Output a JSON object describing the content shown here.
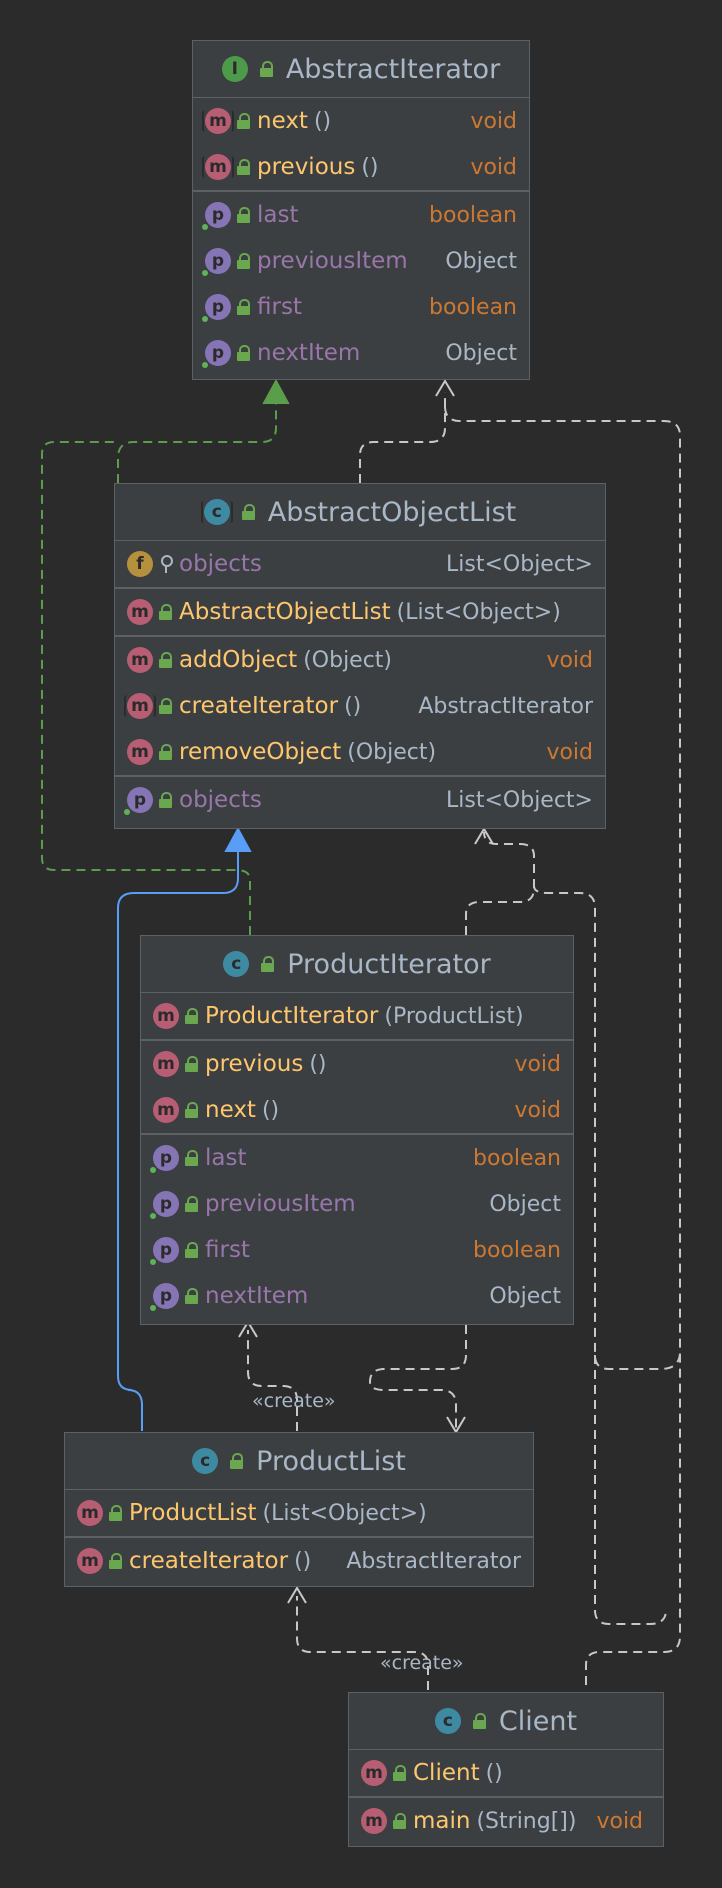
{
  "stereotypes": {
    "create": "«create»"
  },
  "classes": {
    "abstract_iterator": {
      "name": "AbstractIterator",
      "kind_badge": "I",
      "methods": [
        {
          "name": "next",
          "args": "()",
          "type": "void"
        },
        {
          "name": "previous",
          "args": "()",
          "type": "void"
        }
      ],
      "properties": [
        {
          "name": "last",
          "type": "boolean"
        },
        {
          "name": "previousItem",
          "type": "Object"
        },
        {
          "name": "first",
          "type": "boolean"
        },
        {
          "name": "nextItem",
          "type": "Object"
        }
      ]
    },
    "abstract_object_list": {
      "name": "AbstractObjectList",
      "kind_badge": "c",
      "fields": [
        {
          "badge": "f",
          "name": "objects",
          "type": "List<Object>"
        }
      ],
      "constructors": [
        {
          "name": "AbstractObjectList",
          "args": "(List<Object>)"
        }
      ],
      "methods": [
        {
          "name": "addObject",
          "args": "(Object)",
          "type": "void"
        },
        {
          "name": "createIterator",
          "args": "()",
          "type": "AbstractIterator"
        },
        {
          "name": "removeObject",
          "args": "(Object)",
          "type": "void"
        }
      ],
      "properties": [
        {
          "name": "objects",
          "type": "List<Object>"
        }
      ]
    },
    "product_iterator": {
      "name": "ProductIterator",
      "kind_badge": "c",
      "constructors": [
        {
          "name": "ProductIterator",
          "args": "(ProductList)"
        }
      ],
      "methods": [
        {
          "name": "previous",
          "args": "()",
          "type": "void"
        },
        {
          "name": "next",
          "args": "()",
          "type": "void"
        }
      ],
      "properties": [
        {
          "name": "last",
          "type": "boolean"
        },
        {
          "name": "previousItem",
          "type": "Object"
        },
        {
          "name": "first",
          "type": "boolean"
        },
        {
          "name": "nextItem",
          "type": "Object"
        }
      ]
    },
    "product_list": {
      "name": "ProductList",
      "kind_badge": "c",
      "constructors": [
        {
          "name": "ProductList",
          "args": "(List<Object>)"
        }
      ],
      "methods": [
        {
          "name": "createIterator",
          "args": "()",
          "type": "AbstractIterator"
        }
      ]
    },
    "client": {
      "name": "Client",
      "kind_badge": "c",
      "constructors": [
        {
          "name": "Client",
          "args": "()"
        }
      ],
      "methods": [
        {
          "name": "main",
          "args": "(String[])",
          "type": "void"
        }
      ]
    }
  },
  "colors": {
    "background": "#2b2b2b",
    "box": "#3c3f41",
    "method_name": "#ffc66d",
    "property_name": "#9876aa",
    "keyword_type": "#cc7832",
    "plain_text": "#a9b7c6",
    "implements_edge": "#5a9e4b",
    "extends_edge": "#589df6",
    "dependency_edge": "#c8c8c8"
  }
}
